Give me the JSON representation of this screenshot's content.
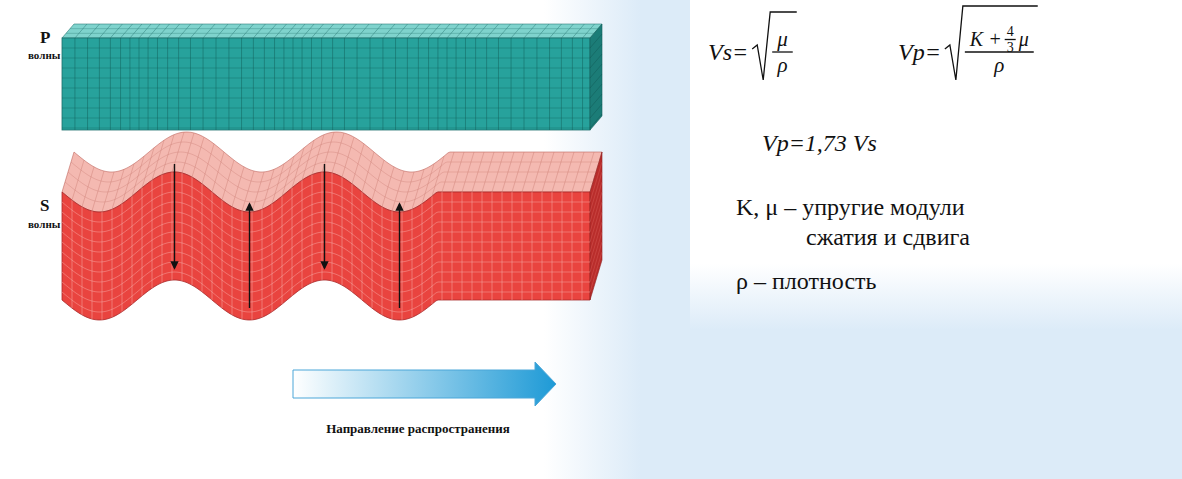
{
  "diagram": {
    "labels": [
      "P",
      "волны",
      "S",
      "волны",
      "Направление распространения",
      "Vs=",
      "μ",
      "ρ",
      "Vp=",
      "K +",
      "4",
      "3",
      "μ",
      "ρ",
      "Vp=1,73 Vs",
      "K, μ – упругие модули сжатия и сдвига",
      "ρ – плотность"
    ]
  }
}
